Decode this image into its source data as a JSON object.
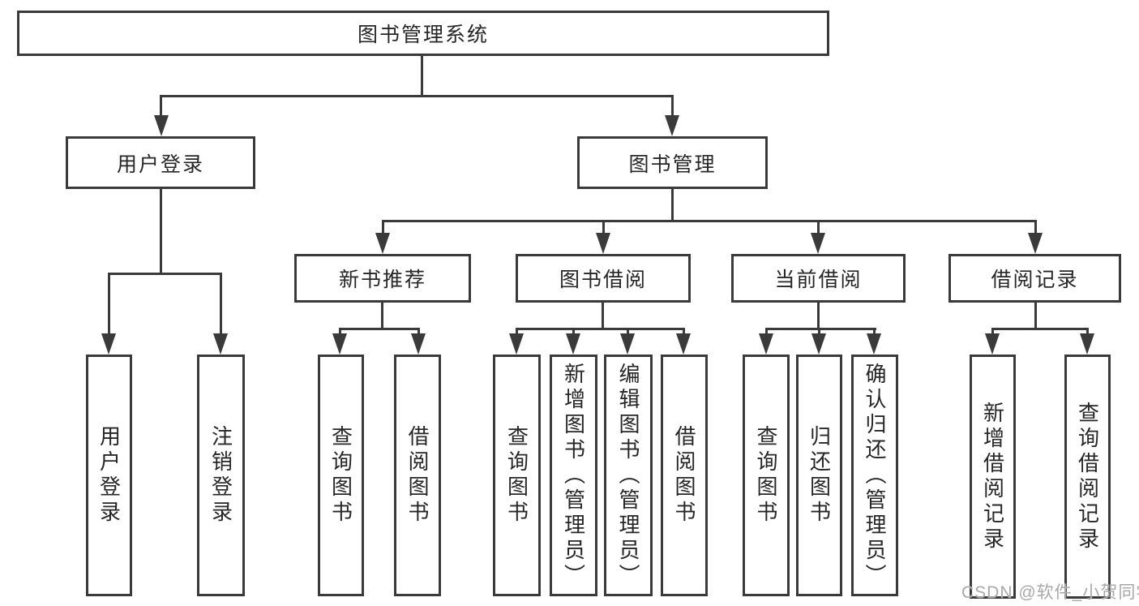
{
  "tree": {
    "root": {
      "label": "图书管理系统",
      "children": [
        {
          "label": "用户登录",
          "children": [
            {
              "label": "用户登录"
            },
            {
              "label": "注销登录"
            }
          ]
        },
        {
          "label": "图书管理",
          "children": [
            {
              "label": "新书推荐",
              "children": [
                {
                  "label": "查询图书"
                },
                {
                  "label": "借阅图书"
                }
              ]
            },
            {
              "label": "图书借阅",
              "children": [
                {
                  "label": "查询图书"
                },
                {
                  "label": "新增图书（管理员）"
                },
                {
                  "label": "编辑图书（管理员）"
                },
                {
                  "label": "借阅图书"
                }
              ]
            },
            {
              "label": "当前借阅",
              "children": [
                {
                  "label": "查询图书"
                },
                {
                  "label": "归还图书"
                },
                {
                  "label": "确认归还（管理员）"
                }
              ]
            },
            {
              "label": "借阅记录",
              "children": [
                {
                  "label": "新增借阅记录"
                },
                {
                  "label": "查询借阅记录"
                }
              ]
            }
          ]
        }
      ]
    }
  },
  "watermark": {
    "text": "CSDN @软件_小贺同学"
  },
  "colors": {
    "line": "#3a3a3a",
    "text": "#262626",
    "box_background": "#ffffff",
    "page_background": "#ffffff",
    "watermark": "#a8a8a8"
  }
}
